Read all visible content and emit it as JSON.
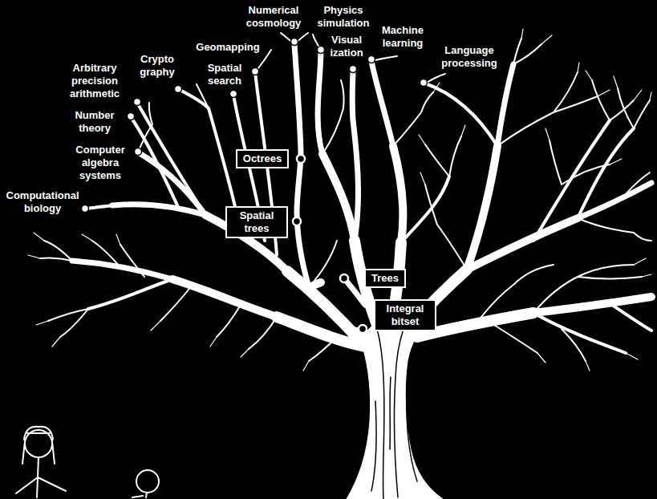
{
  "diagram": {
    "nodes": [
      {
        "text": [
          "Octrees"
        ]
      },
      {
        "text": [
          "Spatial trees"
        ]
      },
      {
        "text": [
          "Trees"
        ]
      },
      {
        "text": [
          "Integral bitset"
        ]
      }
    ],
    "labels": [
      "Numerical cosmology",
      "Physics simulation",
      "Machine learning",
      "Visual ization",
      "Geomapping",
      "Language processing",
      "Crypto graphy",
      "Spatial search",
      "Arbitrary precision arithmetic",
      "Number theory",
      "Computer algebra systems",
      "Computational biology"
    ]
  }
}
